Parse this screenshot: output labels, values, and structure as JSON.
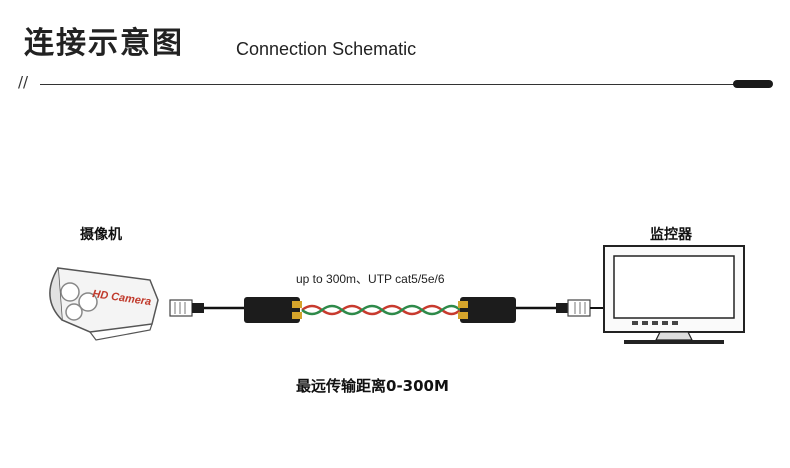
{
  "header": {
    "title_cn": "连接示意图",
    "title_en": "Connection Schematic",
    "slashes": "//"
  },
  "camera": {
    "label": "摄像机",
    "brand_text": "HD Camera"
  },
  "monitor": {
    "label": "监控器"
  },
  "cable": {
    "spec": "up to 300m、UTP cat5/5e/6"
  },
  "distance": {
    "text": "最远传输距离0-300M"
  },
  "colors": {
    "balun_body": "#1c1c1c",
    "balun_tab": "#d4a32b",
    "wire_red": "#c83a2e",
    "wire_green": "#2e8a4a",
    "brand_text": "#c0392b"
  }
}
